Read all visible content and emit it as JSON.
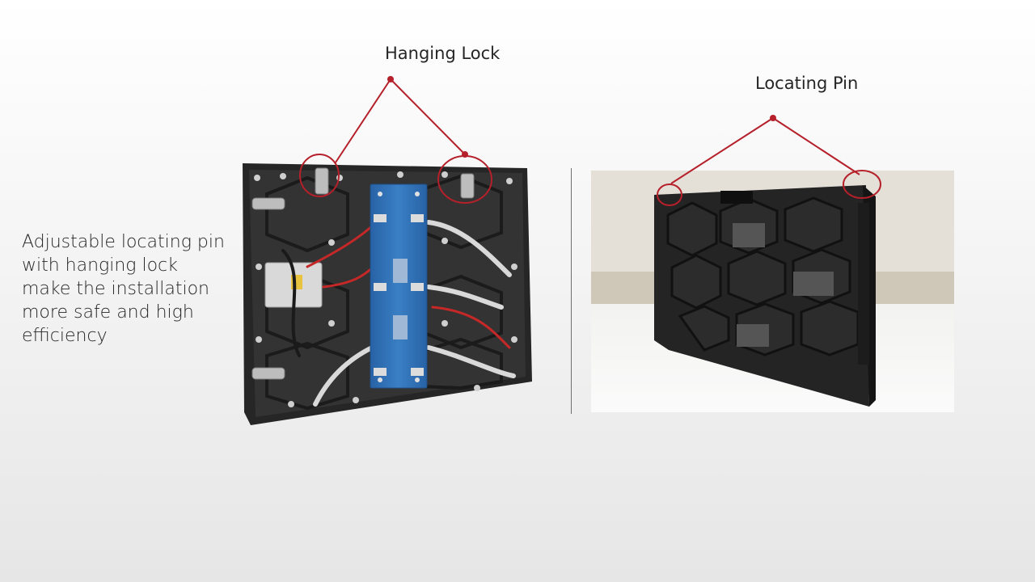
{
  "slide": {
    "label_hanging_lock": "Hanging Lock",
    "label_locating_pin": "Locating Pin",
    "description": "Adjustable locating pin with hanging lock make the installation more safe and high efficiency"
  },
  "colors": {
    "annotation": "#b5202a",
    "panel": "#2a2a2a",
    "pcb": "#2e6fb3",
    "divider": "#6f6f6f"
  }
}
